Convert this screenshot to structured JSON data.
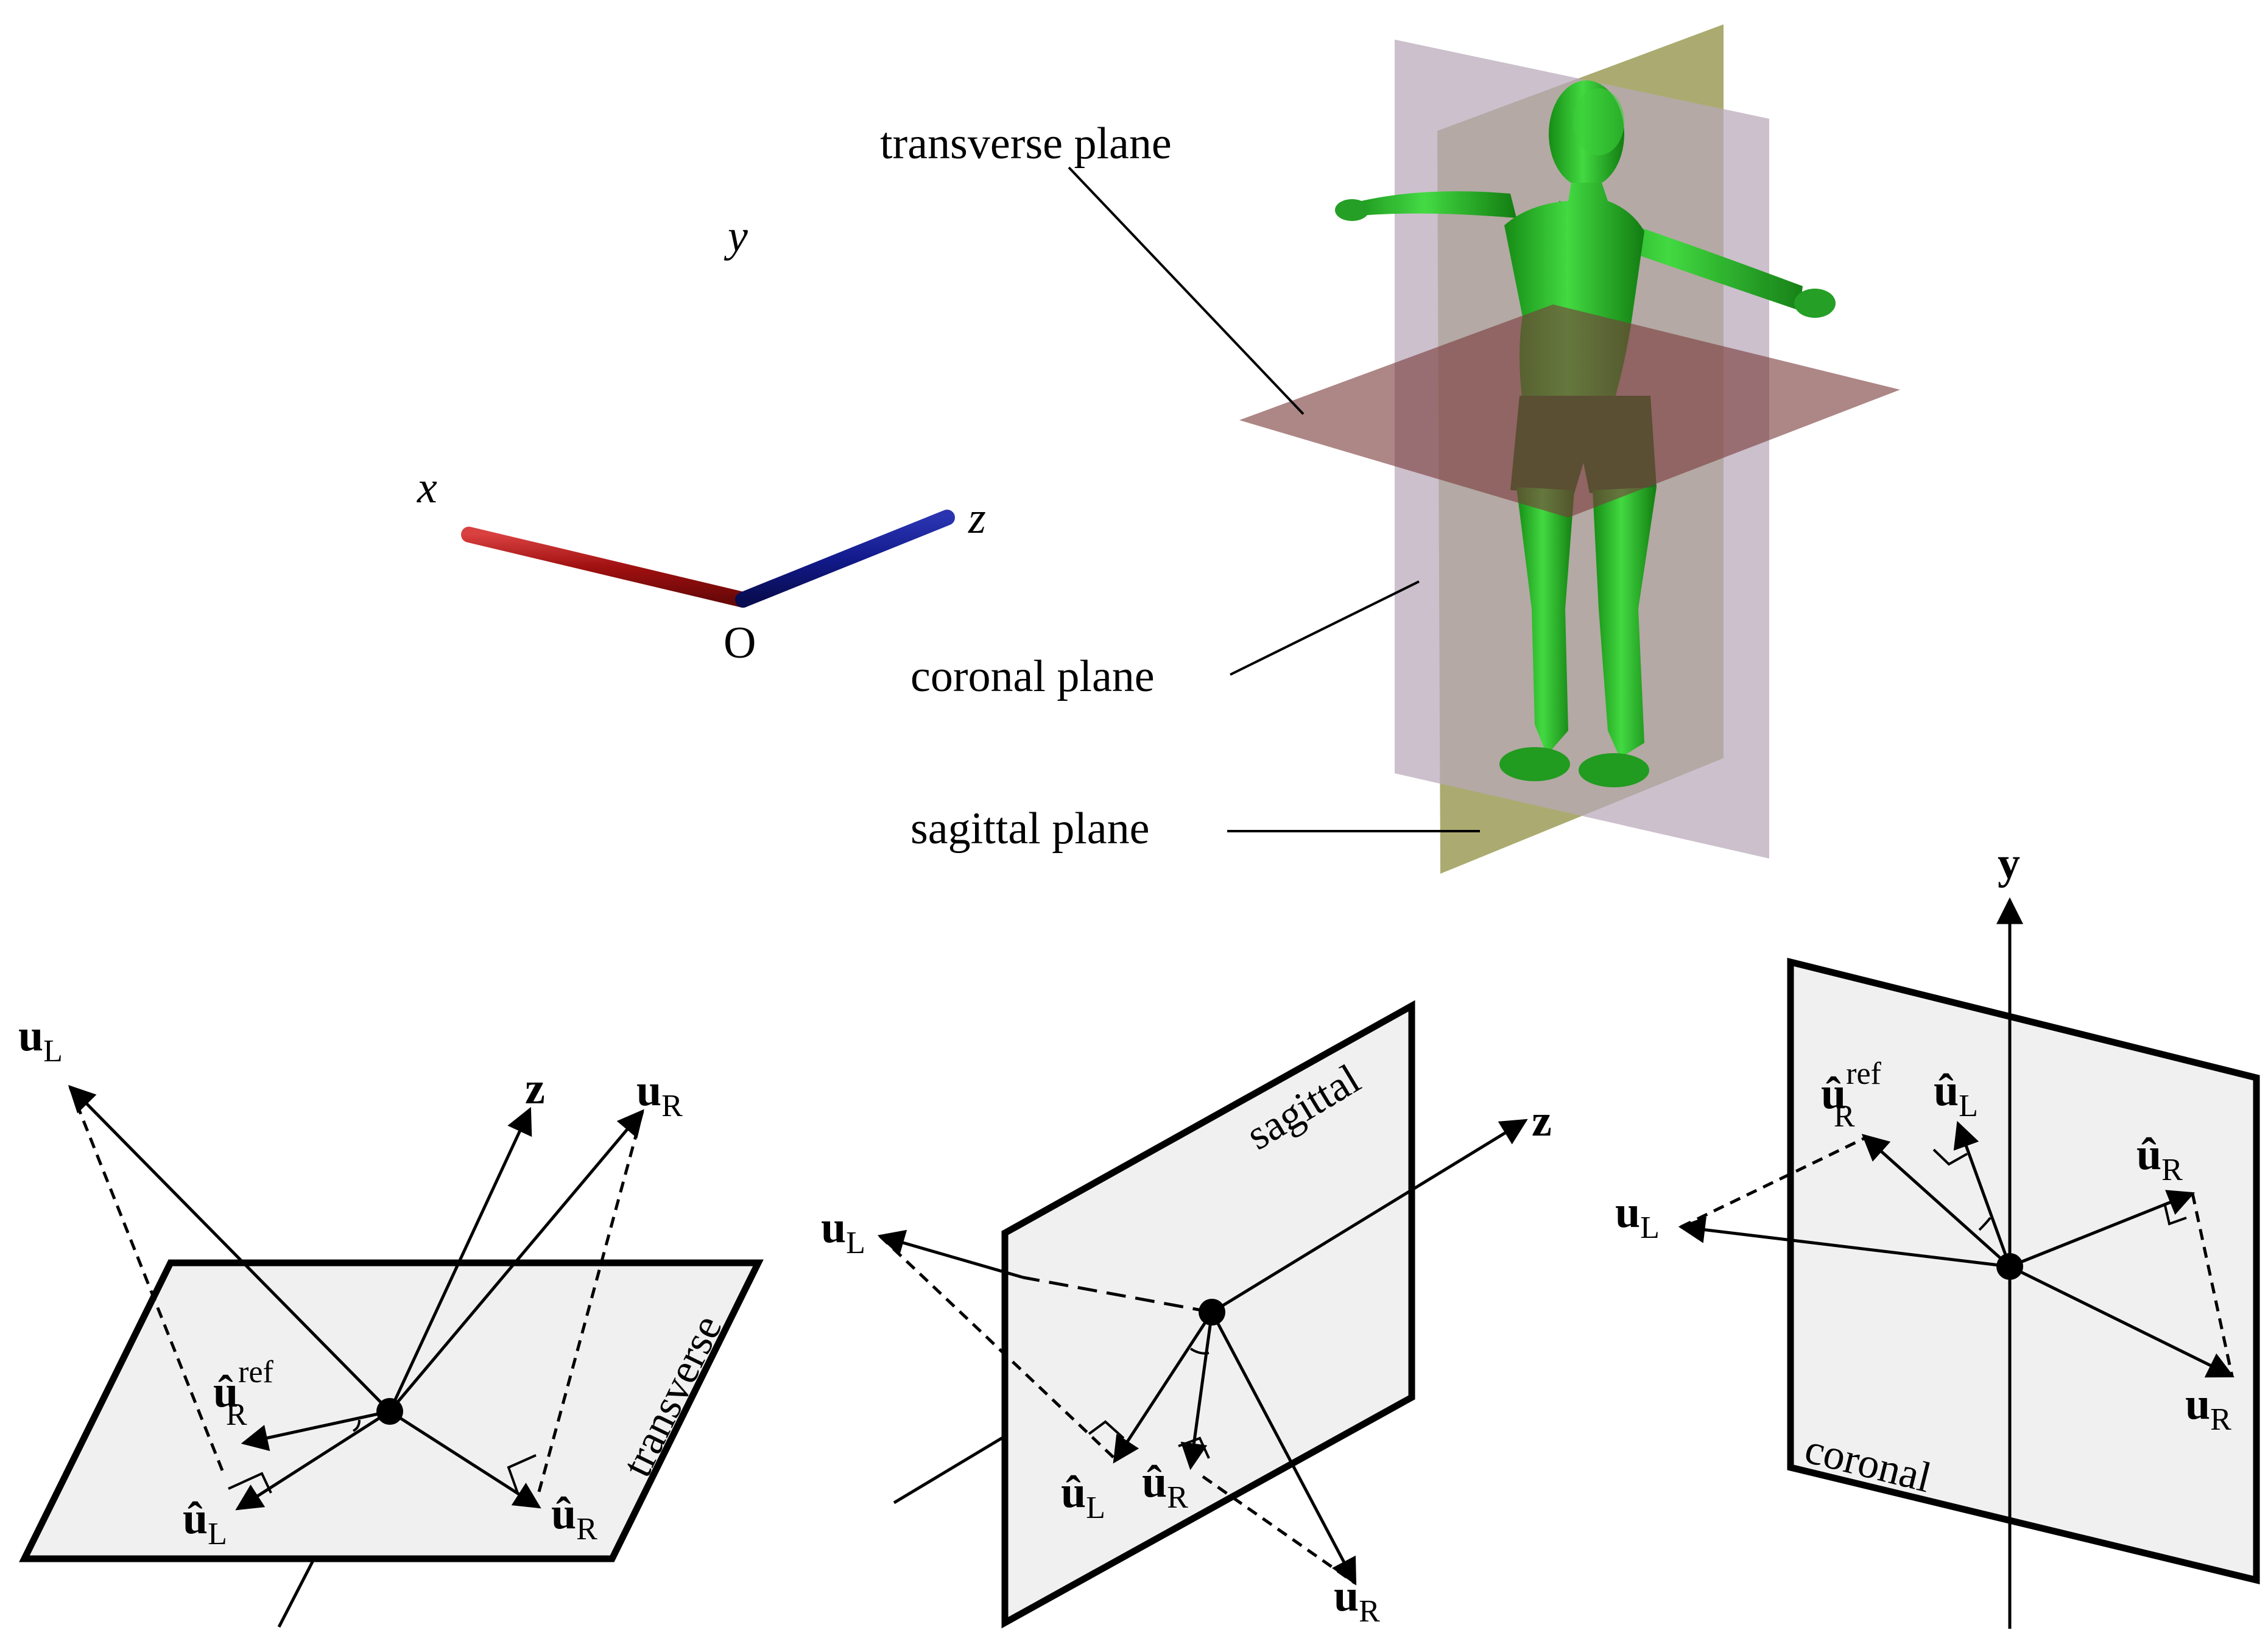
{
  "axes": {
    "x": "x",
    "y": "y",
    "z": "z",
    "origin": "O"
  },
  "callouts": {
    "transverse": "transverse plane",
    "coronal": "coronal plane",
    "sagittal": "sagittal plane"
  },
  "panels": {
    "transverse": {
      "plane_name": "transverse",
      "axis": "z",
      "u_L": "u",
      "u_L_sub": "L",
      "u_R": "u",
      "u_R_sub": "R",
      "uhat_L": "û",
      "uhat_L_sub": "L",
      "uhat_R": "û",
      "uhat_R_sub": "R",
      "uhat_ref": "û",
      "uhat_ref_sub": "R",
      "uhat_ref_sup": "ref"
    },
    "sagittal": {
      "plane_name": "sagittal",
      "axis": "z",
      "u_L": "u",
      "u_L_sub": "L",
      "u_R": "u",
      "u_R_sub": "R",
      "uhat_L": "û",
      "uhat_L_sub": "L",
      "uhat_R": "û",
      "uhat_R_sub": "R"
    },
    "coronal": {
      "plane_name": "coronal",
      "axis": "y",
      "u_L": "u",
      "u_L_sub": "L",
      "u_R": "u",
      "u_R_sub": "R",
      "uhat_L": "û",
      "uhat_L_sub": "L",
      "uhat_R": "û",
      "uhat_R_sub": "R",
      "uhat_ref": "û",
      "uhat_ref_sub": "R",
      "uhat_ref_sup": "ref"
    }
  },
  "colors": {
    "x_axis": "#b01a1a",
    "y_axis": "#1a9a1a",
    "z_axis": "#121a8c",
    "figure": "#1fbf1f",
    "transverse_plane": "#7a3b3b",
    "coronal_plane": "#a98fa8",
    "sagittal_plane": "#8a8a3a",
    "panel_fill": "#f0f0f0"
  }
}
